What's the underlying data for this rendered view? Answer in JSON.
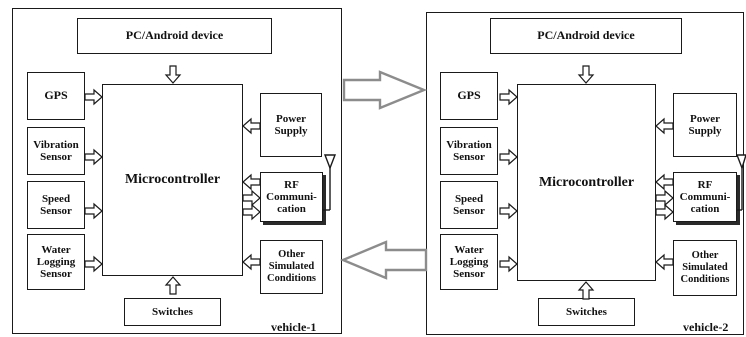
{
  "vehicle1": {
    "label": "vehicle-1",
    "pc": "PC/Android device",
    "microcontroller": "Microcontroller",
    "gps": "GPS",
    "vibration": "Vibration Sensor",
    "speed": "Speed Sensor",
    "water": "Water Logging Sensor",
    "power": "Power Supply",
    "rf": "RF Communi-cation",
    "other": "Other Simulated Conditions",
    "switches": "Switches"
  },
  "vehicle2": {
    "label": "vehicle-2",
    "pc": "PC/Android device",
    "microcontroller": "Microcontroller",
    "gps": "GPS",
    "vibration": "Vibration Sensor",
    "speed": "Speed Sensor",
    "water": "Water Logging Sensor",
    "power": "Power Supply",
    "rf": "RF Communi-cation",
    "other": "Other Simulated Conditions",
    "switches": "Switches"
  },
  "colors": {
    "line": "#1a1a1a",
    "link_arrow": "#8c8c8c"
  }
}
